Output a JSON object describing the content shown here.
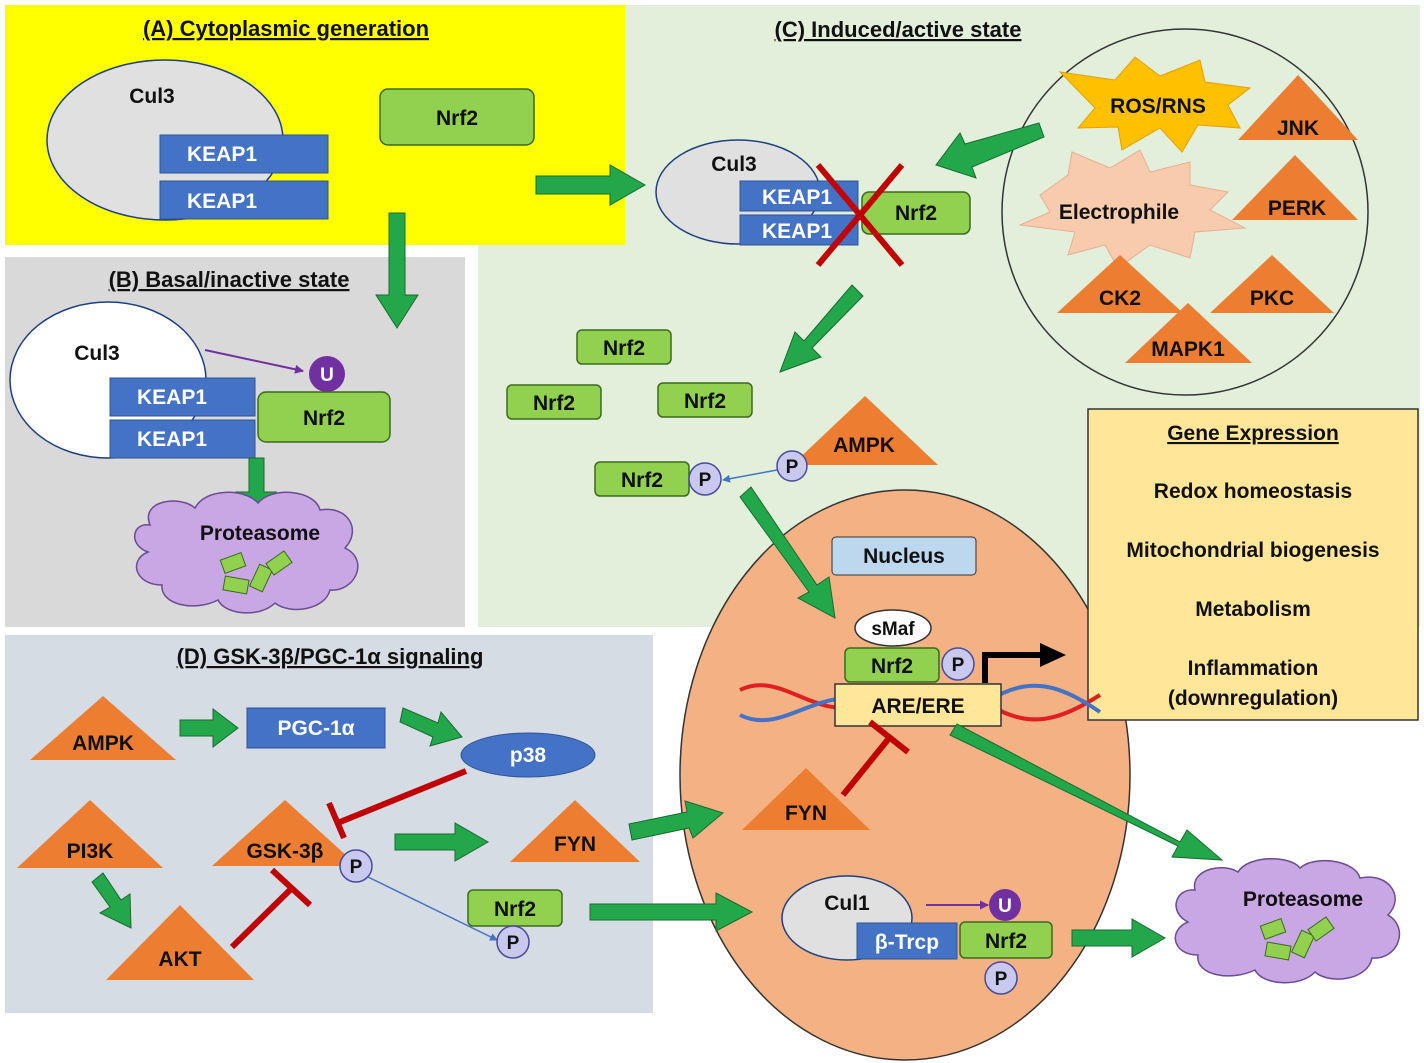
{
  "panels": {
    "a": {
      "title": "(A) Cytoplasmic generation",
      "cul3": "Cul3",
      "keap1_top": "KEAP1",
      "keap1_bottom": "KEAP1",
      "nrf2": "Nrf2"
    },
    "b": {
      "title": "(B) Basal/inactive state",
      "cul3": "Cul3",
      "ubiquitin": "U",
      "keap1_top": "KEAP1",
      "keap1_bottom": "KEAP1",
      "nrf2": "Nrf2",
      "proteasome": "Proteasome"
    },
    "c": {
      "title": "(C) Induced/active state",
      "cul3": "Cul3",
      "keap1_top": "KEAP1",
      "keap1_bottom": "KEAP1",
      "nrf2": "Nrf2",
      "inducers": {
        "ros": "ROS/RNS",
        "jnk": "JNK",
        "electrophile": "Electrophile",
        "perk": "PERK",
        "ck2": "CK2",
        "pkc": "PKC",
        "mapk1": "MAPK1"
      },
      "free_nrf2": [
        "Nrf2",
        "Nrf2",
        "Nrf2"
      ],
      "ampk": "AMPK",
      "ampk_p": "P",
      "nrf2_p_label": "Nrf2",
      "p_label": "P"
    },
    "d": {
      "title": "(D) GSK-3β/PGC-1α signaling",
      "ampk": "AMPK",
      "pgc1a": "PGC-1α",
      "p38": "p38",
      "pi3k": "PI3K",
      "gsk3b": "GSK-3β",
      "gsk_p": "P",
      "fyn": "FYN",
      "akt": "AKT",
      "nrf2": "Nrf2",
      "nrf2_p": "P"
    }
  },
  "nucleus": {
    "title": "Nucleus",
    "smaf": "sMaf",
    "nrf2": "Nrf2",
    "nrf2_p": "P",
    "are": "ARE/ERE",
    "fyn": "FYN",
    "cul1": "Cul1",
    "btrcp": "β-Trcp",
    "ubiquitin": "U",
    "nrf2_bottom": "Nrf2",
    "nrf2_bottom_p": "P"
  },
  "proteasome_right": "Proteasome",
  "gene_expression": {
    "title": "Gene Expression",
    "items": [
      "Redox homeostasis",
      "Mitochondrial biogenesis",
      "Metabolism",
      "Inflammation",
      "(downregulation)"
    ]
  },
  "colors": {
    "panel_a": "#ffff00",
    "panel_b": "#d9d9d9",
    "panel_c": "#e2efda",
    "panel_d": "#d6dce4",
    "nucleus": "#f4b183",
    "nrf2": "#92d050",
    "keap1": "#4472c4",
    "kinase": "#ed7d31",
    "arrow": "#22a84a",
    "inhibit": "#c00000",
    "ubiquitin": "#7030a0",
    "phospho": "#c9c9ef",
    "proteasome": "#c9a6e4",
    "gene_box": "#ffe699"
  }
}
